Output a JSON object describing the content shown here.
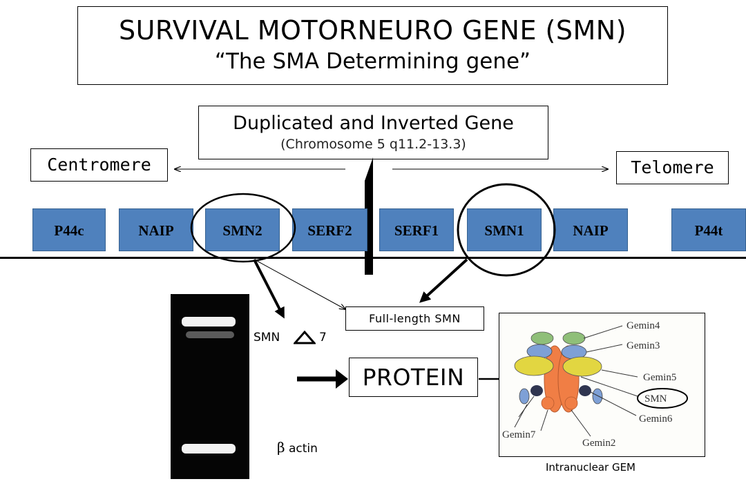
{
  "title": {
    "main": "SURVIVAL MOTORNEURO GENE (SMN)",
    "sub": "“The SMA Determining gene”"
  },
  "duplicated": {
    "main": "Duplicated and Inverted Gene",
    "sub": "(Chromosome 5 q11.2-13.3)"
  },
  "centromere": "Centromere",
  "telomere": "Telomere",
  "genes": [
    "P44c",
    "NAIP",
    "SMN2",
    "SERF2",
    "SERF1",
    "SMN1",
    "NAIP",
    "P44t"
  ],
  "full_length_label": "Full-length SMN",
  "smn_delta": {
    "prefix": "SMN",
    "suffix": "7"
  },
  "beta_actin": {
    "symbol": "β",
    "text": "actin"
  },
  "protein_label": "PROTEIN",
  "gem": {
    "caption": "Intranuclear GEM",
    "labels": [
      "Gemin4",
      "Gemin3",
      "Gemin5",
      "SMN",
      "Gemin6",
      "Gemin7",
      "Gemin2"
    ]
  },
  "colors": {
    "gene_box": "#4f81bd",
    "gem_core": "#f07e45",
    "gem_yellow": "#e2d641",
    "gem_blue": "#7ea0d6"
  }
}
